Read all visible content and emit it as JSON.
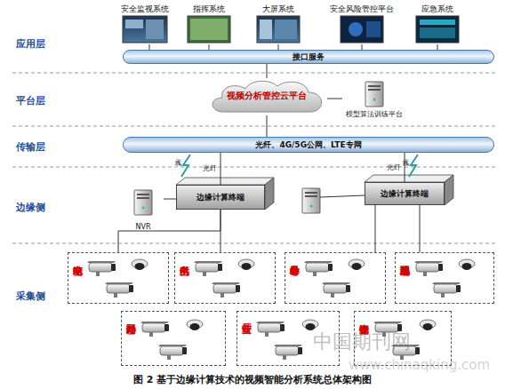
{
  "diagram": {
    "caption": "图 2 基于边缘计算技术的视频智能分析系统总体架构图",
    "nodes": [
      {
        "text": [
          "安全监视系统"
        ]
      },
      {
        "text": [
          "指挥系统"
        ]
      },
      {
        "text": [
          "大屏系统"
        ]
      },
      {
        "text": [
          "安全风险管控平台"
        ]
      },
      {
        "text": [
          "应急系统"
        ]
      },
      {
        "text": [
          "接口服务"
        ]
      },
      {
        "text": [
          "视频分析管控云平台"
        ]
      },
      {
        "text": [
          "模型算法训练平台"
        ]
      },
      {
        "text": [
          "光纤、4G/5G公网、LTE专网"
        ]
      },
      {
        "text": [
          "NVR"
        ]
      },
      {
        "text": [
          "边缘计算终端"
        ]
      },
      {
        "text": [
          "边缘计算终端"
        ]
      },
      {
        "text": [
          "变电站"
        ]
      },
      {
        "text": [
          "供电所"
        ]
      },
      {
        "text": [
          "计量中心"
        ]
      },
      {
        "text": [
          "基建现场"
        ]
      },
      {
        "text": [
          "野外移动"
        ]
      },
      {
        "text": [
          "营业厅"
        ]
      },
      {
        "text": [
          "物资仓库"
        ]
      }
    ],
    "edges": [
      {
        "from": 0,
        "to": 5,
        "arrow": "none"
      },
      {
        "from": 1,
        "to": 5,
        "arrow": "none"
      },
      {
        "from": 2,
        "to": 5,
        "arrow": "none"
      },
      {
        "from": 3,
        "to": 5,
        "arrow": "none"
      },
      {
        "from": 4,
        "to": 5,
        "arrow": "none"
      },
      {
        "from": 5,
        "to": 6,
        "arrow": "none"
      },
      {
        "from": 6,
        "to": 7,
        "arrow": "none"
      },
      {
        "from": 6,
        "to": 8,
        "arrow": "none"
      },
      {
        "from": 8,
        "to": 10,
        "label": "光纤",
        "arrow": "none"
      },
      {
        "from": 8,
        "to": 11,
        "label": "光纤",
        "arrow": "none"
      },
      {
        "from": 9,
        "to": 10,
        "arrow": "none"
      },
      {
        "from": 10,
        "to": 12,
        "arrow": "none"
      },
      {
        "from": 10,
        "to": 13,
        "arrow": "none"
      },
      {
        "from": 11,
        "to": 14,
        "arrow": "none"
      },
      {
        "from": 11,
        "to": 15,
        "arrow": "none"
      }
    ],
    "labels": [
      "应用层",
      "平台层",
      "传输层",
      "边缘侧",
      "采集侧",
      "无线",
      "无线",
      "中国期刊网",
      "www.chinaqking.com"
    ]
  }
}
